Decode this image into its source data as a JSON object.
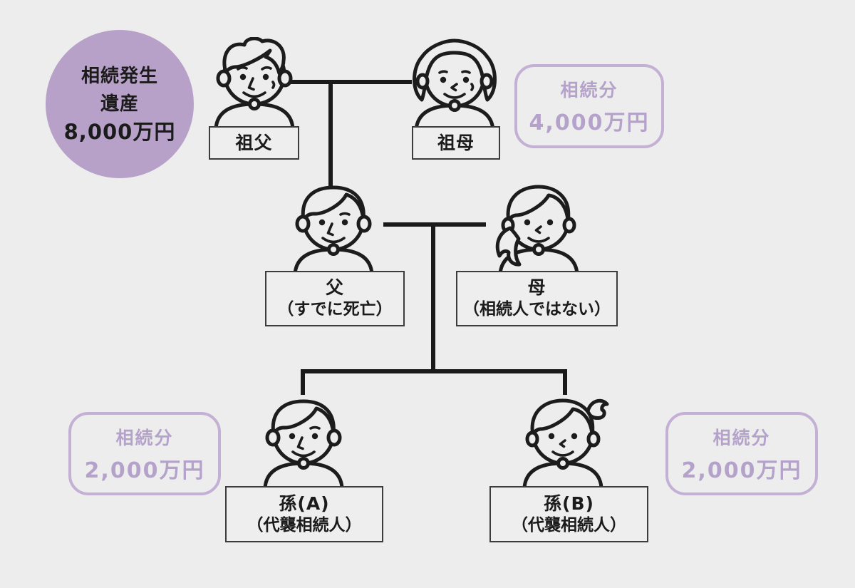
{
  "colors": {
    "background": "#ededed",
    "circle_fill": "#b7a1c9",
    "accent_text": "#b5a2cb",
    "accent_border": "#c3b0d4",
    "line_color": "#1a1a1a"
  },
  "estate_circle": {
    "line1": "相続発生",
    "line2": "遺産",
    "line3": "8,000万円"
  },
  "share_boxes": {
    "grandparents": {
      "title": "相続分",
      "amount": "4,000万円"
    },
    "grandchild_a": {
      "title": "相続分",
      "amount": "2,000万円"
    },
    "grandchild_b": {
      "title": "相続分",
      "amount": "2,000万円"
    }
  },
  "people": {
    "grandfather": {
      "label": "祖父"
    },
    "grandmother": {
      "label": "祖母"
    },
    "father": {
      "name": "父",
      "note": "（すでに死亡）"
    },
    "mother": {
      "name": "母",
      "note": "（相続人ではない）"
    },
    "grandchild_a": {
      "name": "孫(A)",
      "note": "（代襲相続人）"
    },
    "grandchild_b": {
      "name": "孫(B)",
      "note": "（代襲相続人）"
    }
  }
}
